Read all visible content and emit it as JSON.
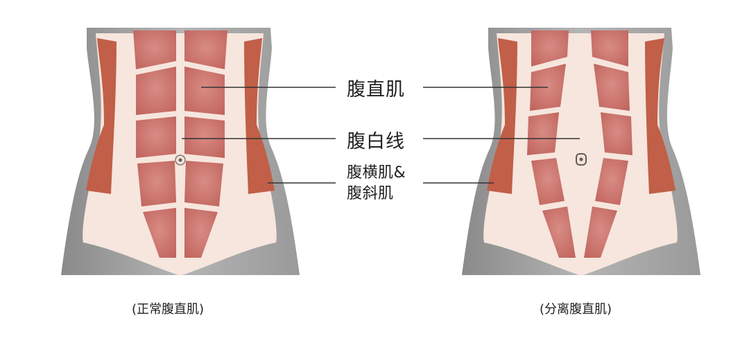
{
  "labels": {
    "rectus": "腹直肌",
    "linea_alba": "腹白线",
    "transverse_line1": "腹横肌&",
    "transverse_line2": "腹斜肌"
  },
  "captions": {
    "normal": "(正常腹直肌)",
    "separated": "(分离腹直肌)"
  },
  "colors": {
    "skin": "#f6e6dd",
    "muscle": "#c96f68",
    "oblique": "#c15f48",
    "gray": "#9c9c9c",
    "leader": "#333333"
  }
}
